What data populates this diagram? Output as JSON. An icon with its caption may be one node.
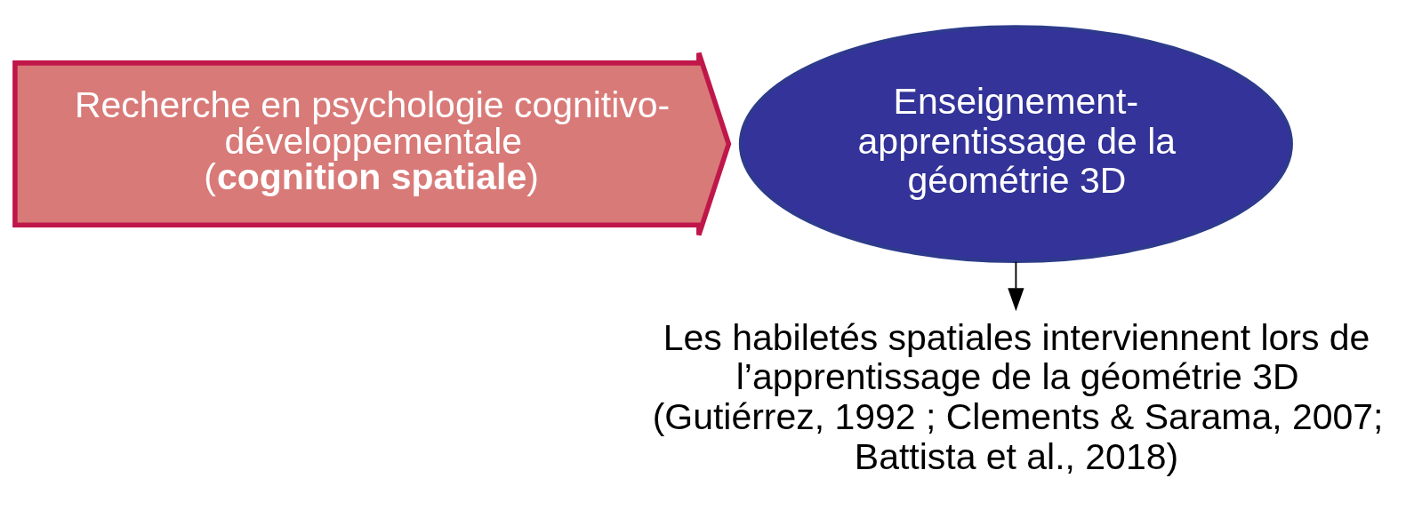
{
  "diagram": {
    "nodes": [
      {
        "text": [
          "Recherche en psychologie cognitivo-développementale",
          "(**cognition spatiale**)"
        ]
      },
      {
        "text": [
          "Enseignement-apprentissage de la géométrie 3D"
        ]
      },
      {
        "text": [
          "Les habiletés spatiales interviennent lors de l’apprentissage de la géométrie 3D",
          "(Gutiérrez, 1992 ; Clements & Sarama, 2007; Battista et al., 2018)"
        ]
      }
    ],
    "edges": [
      {
        "from": 1,
        "to": 2,
        "arrow": "to"
      }
    ]
  }
}
